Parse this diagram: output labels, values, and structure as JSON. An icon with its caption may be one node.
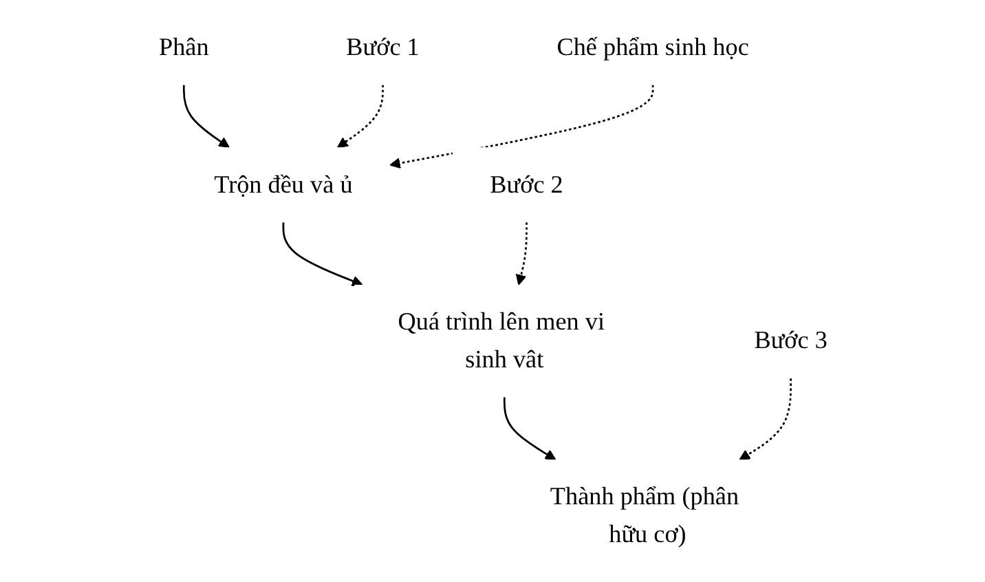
{
  "diagram": {
    "nodes": [
      {
        "text": [
          "Phân"
        ]
      },
      {
        "text": [
          "Bước 1"
        ]
      },
      {
        "text": [
          "Trộn đều và ủ"
        ]
      },
      {
        "text": [
          "Chế phẩm sinh học"
        ]
      },
      {
        "text": [
          "Bước 2"
        ]
      },
      {
        "text": [
          "Quá trình lên men vi sinh vât"
        ]
      },
      {
        "text": [
          "Bước 3"
        ]
      },
      {
        "text": [
          "Thành phẩm (phân hữu cơ)"
        ]
      }
    ],
    "edges": [
      {
        "from": 0,
        "to": 2,
        "arrow": "to"
      },
      {
        "from": 1,
        "to": 2,
        "arrow": "to",
        "style": "dashed"
      },
      {
        "from": 3,
        "to": 2,
        "arrow": "to",
        "style": "dashed"
      },
      {
        "from": 2,
        "to": 5,
        "arrow": "to"
      },
      {
        "from": 4,
        "to": 5,
        "arrow": "to",
        "style": "dashed"
      },
      {
        "from": 5,
        "to": 7,
        "arrow": "to"
      },
      {
        "from": 6,
        "to": 7,
        "arrow": "to",
        "style": "dashed"
      }
    ]
  }
}
